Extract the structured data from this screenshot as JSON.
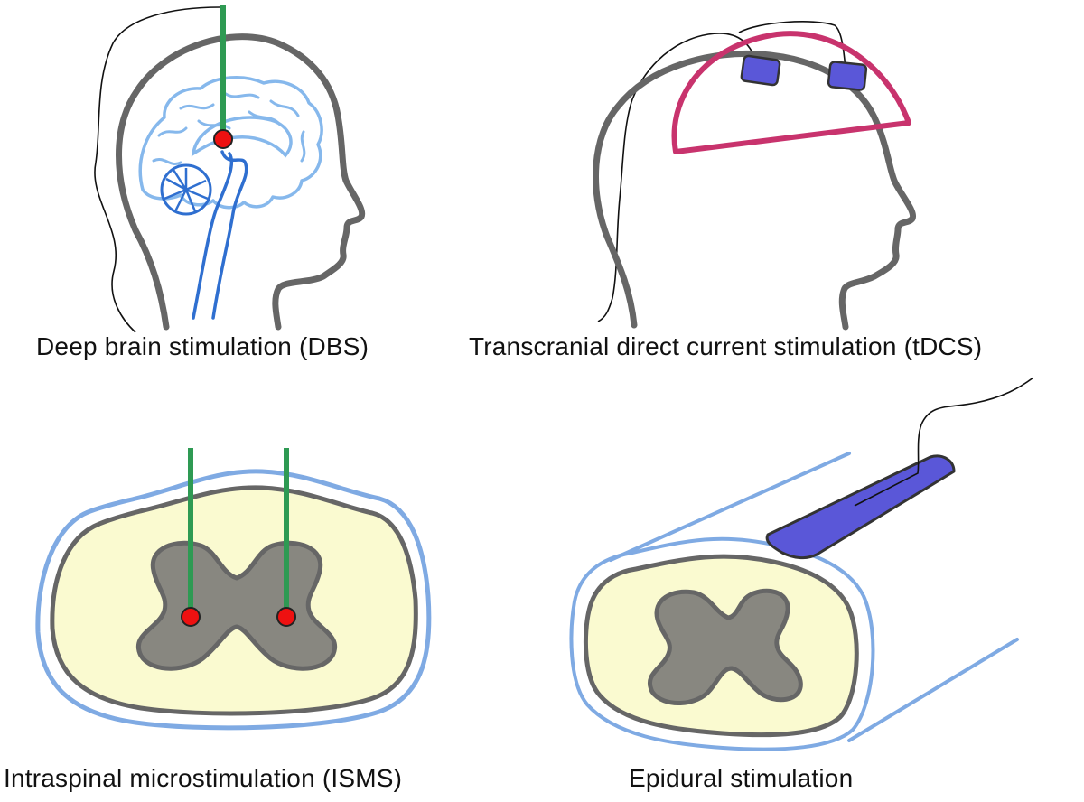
{
  "panels": [
    {
      "id": "dbs",
      "caption": "Deep brain stimulation (DBS)"
    },
    {
      "id": "tdcs",
      "caption": "Transcranial direct current stimulation (tDCS)"
    },
    {
      "id": "isms",
      "caption": "Intraspinal microstimulation (ISMS)"
    },
    {
      "id": "epi",
      "caption": "Epidural stimulation"
    }
  ],
  "colors": {
    "outline": "#666666",
    "brain_light": "#86b8ec",
    "brain_dark": "#2f6fd0",
    "electrode": "#2e9a53",
    "contact": "#ee1111",
    "tdcs_cap": "#c8336d",
    "pad": "#5a57d8",
    "white_matter": "#fafad0",
    "gray_matter": "#888780",
    "meninges": "#7faae3",
    "wire": "#111111"
  }
}
